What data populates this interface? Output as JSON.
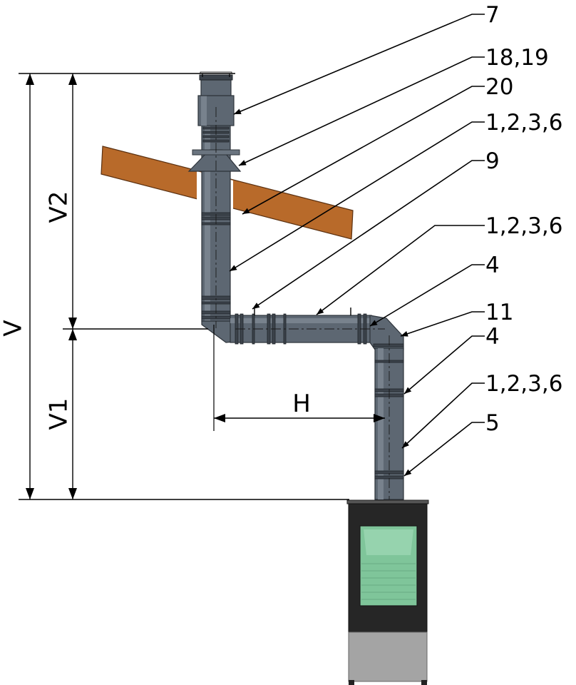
{
  "callouts": [
    "7",
    "18,19",
    "20",
    "1,2,3,6",
    "9",
    "1,2,3,6",
    "4",
    "11",
    "4",
    "1,2,3,6",
    "5"
  ],
  "dimensions": {
    "v": "V",
    "v1": "V1",
    "v2": "V2",
    "h": "H"
  },
  "colors": {
    "pipe": "#5d6772",
    "roof": "#b86a2a",
    "stove_body": "#262626",
    "stove_glass": "#7fc59a",
    "stove_base": "#a4a4a4"
  }
}
